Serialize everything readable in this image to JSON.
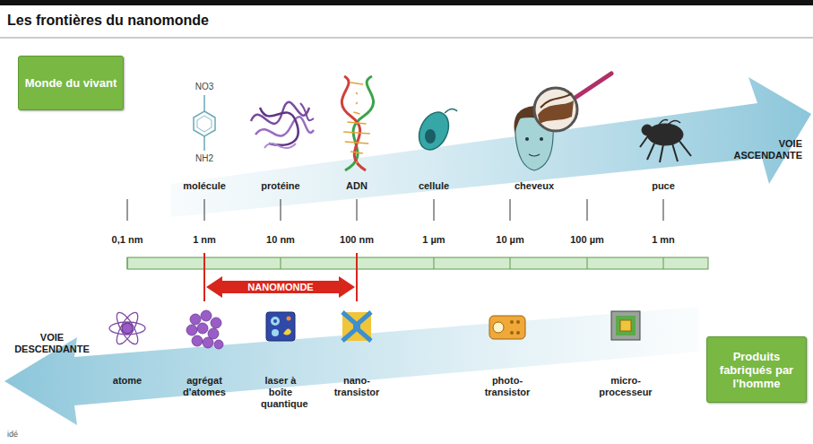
{
  "diagram": {
    "title": "Les frontières du nanomonde",
    "nodes": [
      {
        "text": [
          "Monde du vivant"
        ]
      },
      {
        "text": [
          "Produits fabriqués par l'homme"
        ]
      }
    ],
    "labels": [
      "NO3",
      "NH2",
      "molécule",
      "protéine",
      "ADN",
      "cellule",
      "cheveux",
      "puce",
      "VOIE ASCENDANTE",
      "0,1 nm",
      "1 nm",
      "10 nm",
      "100 nm",
      "1 µm",
      "10 µm",
      "100 µm",
      "1 mn",
      "NANOMONDE",
      "VOIE DESCENDANTE",
      "atome",
      "agrégat d'atomes",
      "laser à boîte quantique",
      "nano- transistor",
      "photo- transistor",
      "micro- processeur",
      "idé"
    ]
  }
}
